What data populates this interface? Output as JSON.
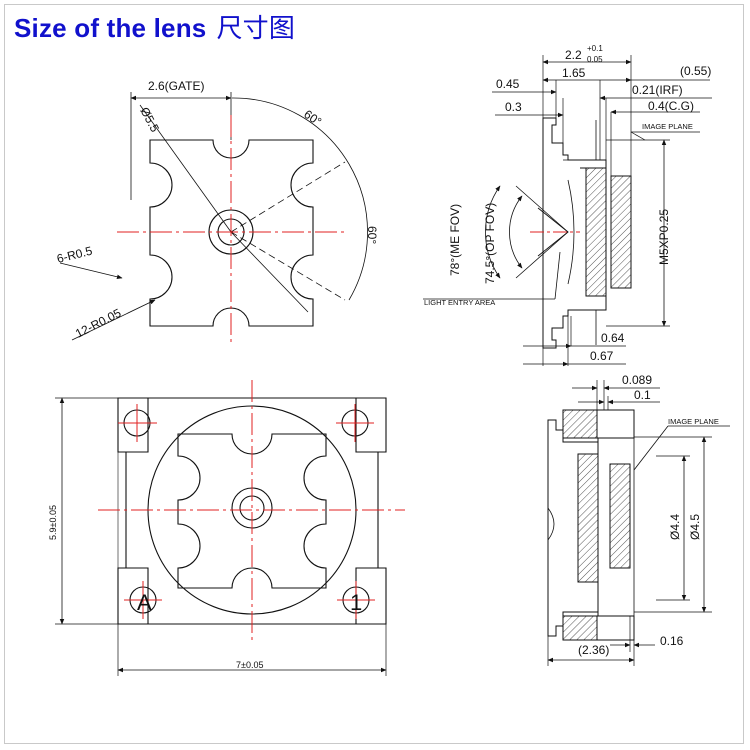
{
  "title": {
    "en": "Size of the lens",
    "cn": "尺寸图"
  },
  "colors": {
    "title": "#1111cc",
    "line": "#111111",
    "centerline": "#e02020",
    "hatch": "#444444"
  },
  "front_view": {
    "gate": "2.6(GATE)",
    "dia": "Ø5.5",
    "angle_top": "60°",
    "angle_side": "60°",
    "radius_a": "6-R0.5",
    "radius_b": "12-R0.05"
  },
  "side_view": {
    "d_2_2": "2.2",
    "tol_plus": "+0.1",
    "tol_minus": "0.05",
    "d_1_65": "1.65",
    "d_0_55": "(0.55)",
    "d_0_45": "0.45",
    "d_0_21": "0.21(IRF)",
    "d_0_3": "0.3",
    "d_0_4": "0.4(C.G)",
    "image_plane": "IMAGE PLANE",
    "thread": "M5XP0.25",
    "fov_me": "78°(ME FOV)",
    "fov_op": "74.5°(OP FOV)",
    "light_entry": "LIGHT ENTRY AREA",
    "d_0_64": "0.64",
    "d_0_67": "0.67"
  },
  "holder_view": {
    "height": "5.9±0.05",
    "width": "7±0.05",
    "mark_a": "A",
    "mark_1": "1"
  },
  "section_view": {
    "d_0_089": "0.089",
    "d_0_1": "0.1",
    "image_plane": "IMAGE PLANE",
    "d_4_4": "Ø4.4",
    "d_4_5": "Ø4.5",
    "d_0_16": "0.16",
    "d_2_36": "(2.36)"
  }
}
